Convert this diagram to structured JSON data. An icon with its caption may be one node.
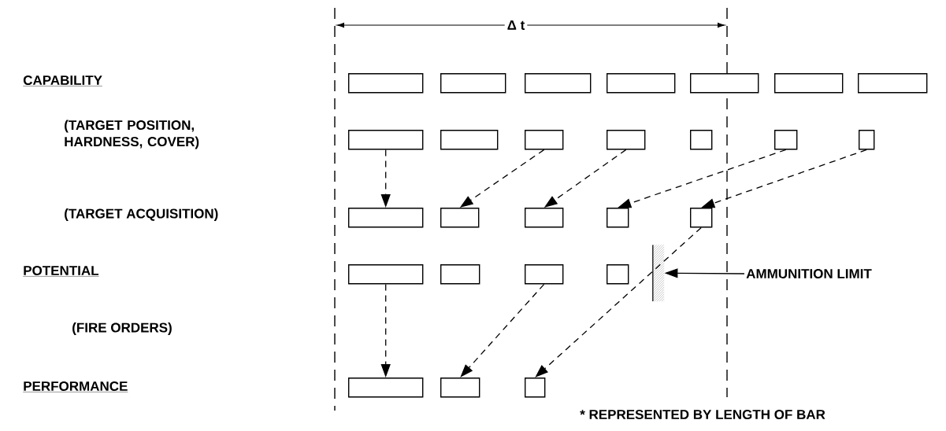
{
  "diagram": {
    "nodes": [
      {
        "text": [],
        "shape": "box"
      },
      {
        "text": [],
        "shape": "box"
      },
      {
        "text": [],
        "shape": "box"
      },
      {
        "text": [],
        "shape": "box"
      },
      {
        "text": [],
        "shape": "box"
      },
      {
        "text": [],
        "shape": "box"
      },
      {
        "text": [],
        "shape": "box"
      },
      {
        "text": [],
        "shape": "box"
      },
      {
        "text": [],
        "shape": "box"
      },
      {
        "text": [],
        "shape": "box"
      },
      {
        "text": [],
        "shape": "box"
      },
      {
        "text": [],
        "shape": "box"
      },
      {
        "text": [],
        "shape": "box"
      },
      {
        "text": [],
        "shape": "box"
      },
      {
        "text": [],
        "shape": "box"
      },
      {
        "text": [],
        "shape": "box"
      },
      {
        "text": [],
        "shape": "box"
      },
      {
        "text": [],
        "shape": "box"
      },
      {
        "text": [],
        "shape": "box"
      },
      {
        "text": [],
        "shape": "box"
      },
      {
        "text": [],
        "shape": "box"
      },
      {
        "text": [],
        "shape": "box"
      },
      {
        "text": [],
        "shape": "box"
      },
      {
        "text": [],
        "shape": "bar"
      },
      {
        "text": [
          "AMMUNITION LIMIT"
        ]
      },
      {
        "text": [],
        "shape": "box"
      },
      {
        "text": [],
        "shape": "box"
      },
      {
        "text": [],
        "shape": "box"
      }
    ],
    "edges": [
      {
        "from": 7,
        "to": 14,
        "arrow": "to",
        "style": "dashed"
      },
      {
        "from": 9,
        "to": 15,
        "arrow": "to",
        "style": "dashed"
      },
      {
        "from": 10,
        "to": 16,
        "arrow": "to",
        "style": "dashed"
      },
      {
        "from": 12,
        "to": 17,
        "arrow": "to",
        "style": "dashed"
      },
      {
        "from": 13,
        "to": 18,
        "arrow": "to",
        "style": "dashed"
      },
      {
        "from": 19,
        "to": 25,
        "arrow": "to",
        "style": "dashed"
      },
      {
        "from": 21,
        "to": 26,
        "arrow": "to",
        "style": "dashed"
      },
      {
        "from": 18,
        "to": 27,
        "arrow": "to",
        "style": "dashed"
      },
      {
        "from": 24,
        "to": 23,
        "arrow": "to"
      }
    ],
    "labels": [
      "Δ t",
      "CAPABILITY",
      "(TARGET POSITION, HARDNESS, COVER)",
      "(TARGET ACQUISITION)",
      "POTENTIAL",
      "(FIRE ORDERS)",
      "PERFORMANCE",
      "* REPRESENTED BY LENGTH OF BAR"
    ]
  }
}
